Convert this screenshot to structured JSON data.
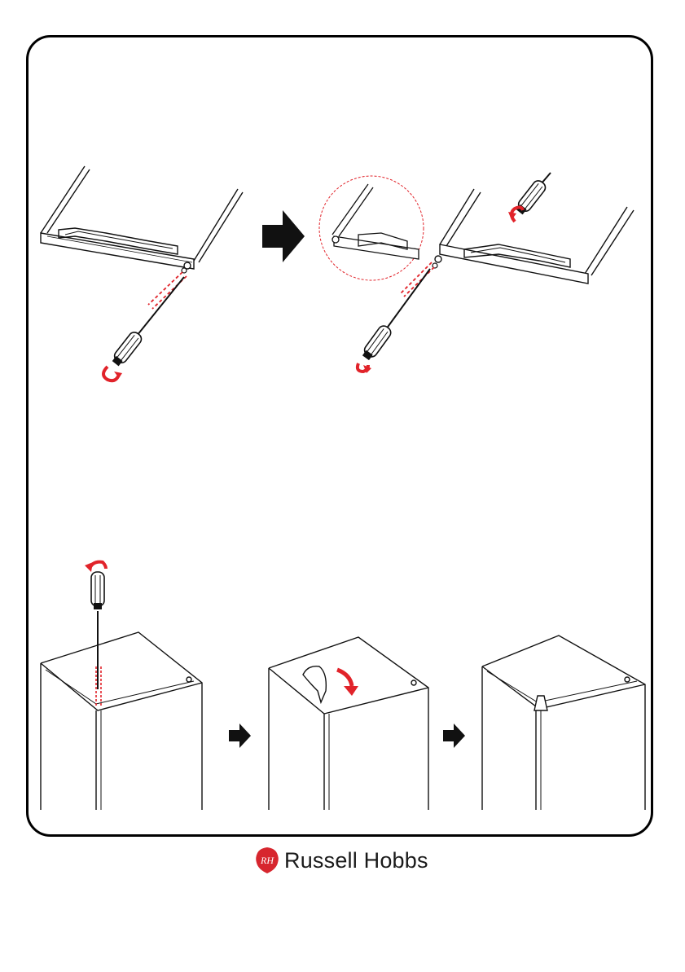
{
  "brand": {
    "name": "Russell Hobbs",
    "monogram": "RH",
    "seal_color": "#d7262e"
  },
  "colors": {
    "accent_red": "#e1232a",
    "line": "#111111"
  },
  "icons": {
    "arrows": "black-right-arrow",
    "rotate": "red-rotate-arrow",
    "tool": "screwdriver"
  }
}
